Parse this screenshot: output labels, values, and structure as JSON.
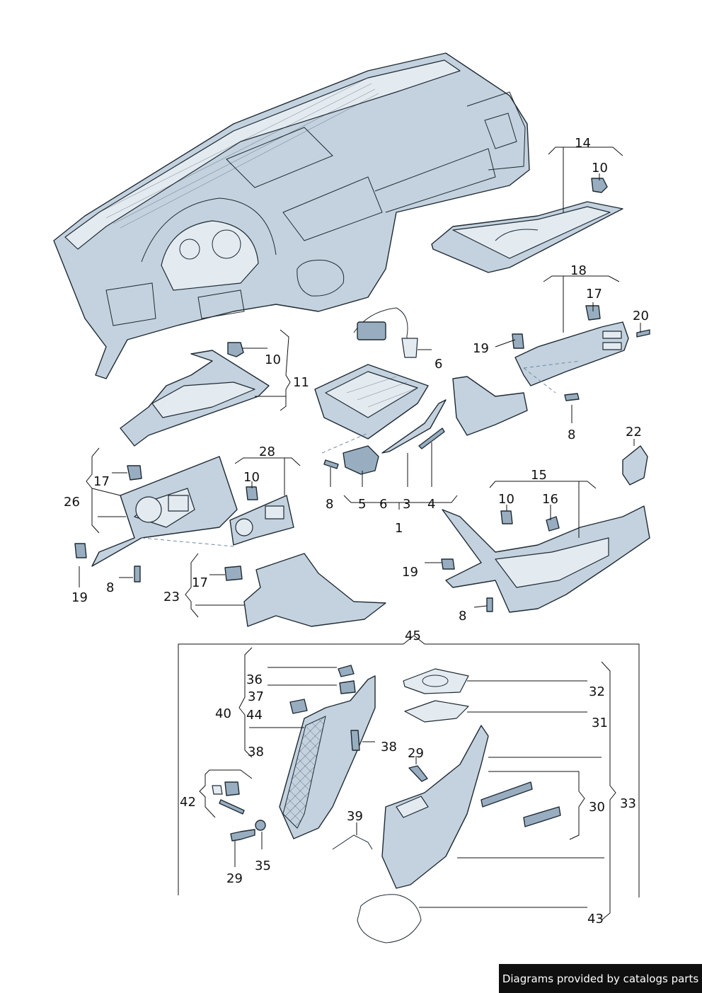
{
  "footer": {
    "text": "Diagrams provided by catalogs parts"
  },
  "callouts": {
    "c14": "14",
    "c10a": "10",
    "c18": "18",
    "c17a": "17",
    "c20": "20",
    "c19a": "19",
    "c6a": "6",
    "c10b": "10",
    "c11": "11",
    "c8a": "8",
    "c22": "22",
    "c28": "28",
    "c10c": "10",
    "c17b": "17",
    "c26": "26",
    "c8b": "8",
    "c5": "5",
    "c6b": "6",
    "c3": "3",
    "c4": "4",
    "c1": "1",
    "c15": "15",
    "c10d": "10",
    "c16": "16",
    "c19b": "19",
    "c19c": "19",
    "c8c": "8",
    "c17c": "17",
    "c23": "23",
    "c8d": "8",
    "c45": "45",
    "c36": "36",
    "c32": "32",
    "c37": "37",
    "c40": "40",
    "c44": "44",
    "c31": "31",
    "c38a": "38",
    "c38b": "38",
    "c29a": "29",
    "c42": "42",
    "c39": "39",
    "c30": "30",
    "c33": "33",
    "c29b": "29",
    "c35": "35",
    "c43": "43"
  }
}
